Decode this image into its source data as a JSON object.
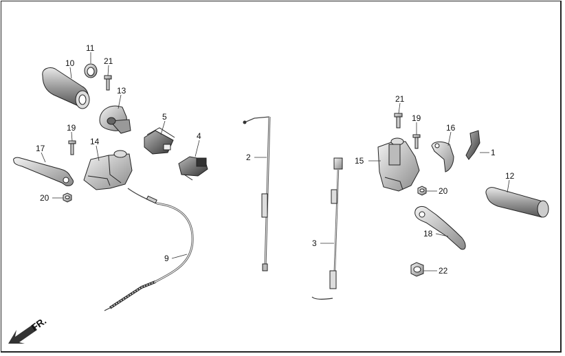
{
  "diagram": {
    "direction_label": "FR.",
    "callouts": [
      {
        "id": "c1",
        "label": "1"
      },
      {
        "id": "c2",
        "label": "2"
      },
      {
        "id": "c3",
        "label": "3"
      },
      {
        "id": "c4",
        "label": "4"
      },
      {
        "id": "c5",
        "label": "5"
      },
      {
        "id": "c9",
        "label": "9"
      },
      {
        "id": "c10",
        "label": "10"
      },
      {
        "id": "c11",
        "label": "11"
      },
      {
        "id": "c12",
        "label": "12"
      },
      {
        "id": "c13",
        "label": "13"
      },
      {
        "id": "c14",
        "label": "14"
      },
      {
        "id": "c15",
        "label": "15"
      },
      {
        "id": "c16",
        "label": "16"
      },
      {
        "id": "c17",
        "label": "17"
      },
      {
        "id": "c18",
        "label": "18"
      },
      {
        "id": "c19a",
        "label": "19"
      },
      {
        "id": "c19b",
        "label": "19"
      },
      {
        "id": "c20a",
        "label": "20"
      },
      {
        "id": "c20b",
        "label": "20"
      },
      {
        "id": "c21a",
        "label": "21"
      },
      {
        "id": "c21b",
        "label": "21"
      },
      {
        "id": "c22",
        "label": "22"
      }
    ]
  }
}
